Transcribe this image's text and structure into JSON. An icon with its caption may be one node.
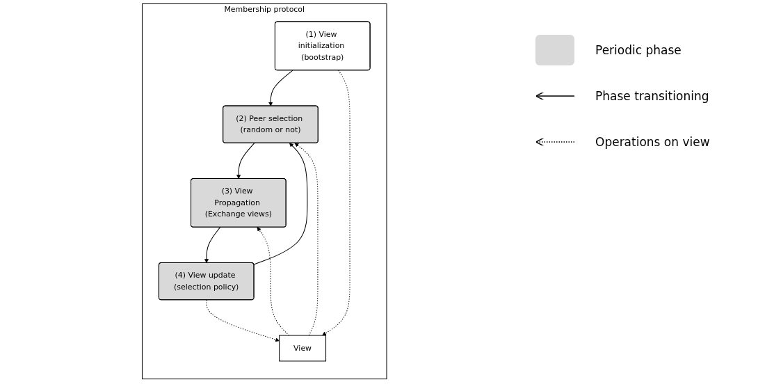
{
  "diagram": {
    "nodes": [
      {
        "text": [
          "Membership protocol"
        ]
      },
      {
        "text": [
          "(1) View initialization (bootstrap)"
        ],
        "in": 0
      },
      {
        "text": [
          "(2) Peer selection (random or not)"
        ],
        "in": 0
      },
      {
        "text": [
          "(3) View Propagation (Exchange views)"
        ],
        "in": 0
      },
      {
        "text": [
          "(4) View update (selection policy)"
        ],
        "in": 0
      },
      {
        "text": [
          "View"
        ],
        "in": 0
      }
    ],
    "edges": [
      {
        "from": 1,
        "to": 2,
        "arrow": "to"
      },
      {
        "from": 2,
        "to": 3,
        "arrow": "to"
      },
      {
        "from": 3,
        "to": 4,
        "arrow": "to"
      },
      {
        "from": 4,
        "to": 2,
        "arrow": "to"
      },
      {
        "from": 1,
        "to": 5,
        "arrow": "to",
        "style": "dashed"
      },
      {
        "from": 4,
        "to": 5,
        "arrow": "to",
        "style": "dashed"
      },
      {
        "from": 5,
        "to": 2,
        "arrow": "to",
        "style": "dashed"
      },
      {
        "from": 5,
        "to": 3,
        "arrow": "to",
        "style": "dashed"
      }
    ],
    "legend": [
      {
        "text": "Periodic phase",
        "color": "#d9d9d9"
      },
      {
        "text": "Phase transitioning"
      },
      {
        "text": "Operations on view"
      }
    ]
  }
}
